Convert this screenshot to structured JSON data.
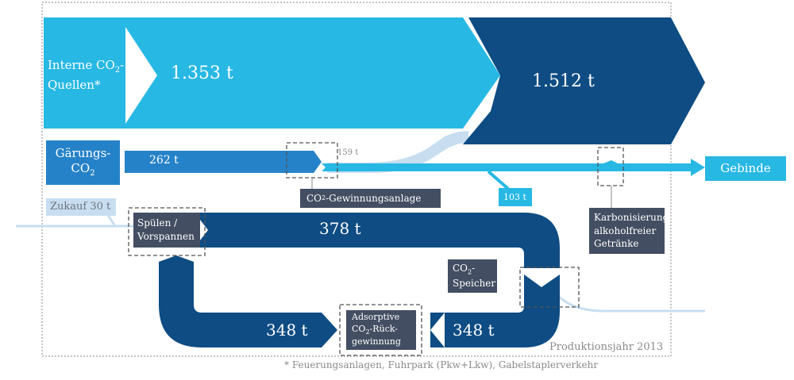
{
  "sources": {
    "internal": {
      "line1": "Interne CO",
      "sub": "2",
      "dash": "-",
      "line2": "Quellen*",
      "value": "1.353 t"
    },
    "fermentation": {
      "line1": "Gärungs-",
      "line2_pre": "CO",
      "sub": "2",
      "value": "262 t"
    },
    "purchase": {
      "label": "Zukauf 30 t"
    }
  },
  "flows": {
    "combined_value": "1.512 t",
    "branch_159": "159 t",
    "branch_103": "103 t",
    "loop_top": "378 t",
    "loop_right": "348 t",
    "loop_left": "348 t"
  },
  "nodes": {
    "recovery_plant": {
      "pre": "CO",
      "sub": "2",
      "post": "-Gewinnungsanlage"
    },
    "carbonization": {
      "line1": "Karbonisierung",
      "line2": "alkoholfreier",
      "line3": "Getränke"
    },
    "containers": "Gebinde",
    "rinsing": {
      "line1": "Spülen /",
      "line2": "Vorspannen"
    },
    "storage": {
      "line1_pre": "CO",
      "sub": "2",
      "line1_post": "-",
      "line2": "Speicher"
    },
    "adsorptive": {
      "line1": "Adsorptive",
      "line2_pre": "CO",
      "sub": "2",
      "line2_post": "-Rück-",
      "line3": "gewinnung"
    }
  },
  "meta": {
    "production_year": "Produktionsjahr 2013",
    "footnote": "* Feuerungsanlagen, Fuhrpark (Pkw+Lkw), Gabelstaplerverkehr"
  },
  "colors": {
    "light_cyan": "#27b8e4",
    "dark_navy": "#0e4c83",
    "mid_blue": "#2582c8",
    "pale_blue": "#c8def0",
    "slate": "#434e62",
    "gray_text": "#8a8a8a"
  }
}
